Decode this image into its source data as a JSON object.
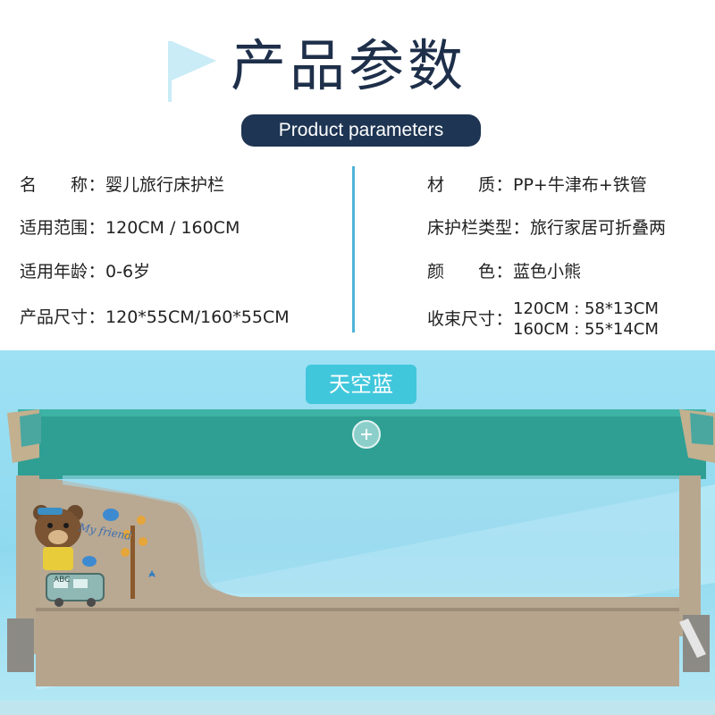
{
  "header": {
    "title": "产品参数",
    "subtitle": "Product parameters"
  },
  "specs_left": [
    {
      "label": "名　　称",
      "value": "婴儿旅行床护栏"
    },
    {
      "label": "适用范围",
      "value": "120CM / 160CM"
    },
    {
      "label": "适用年龄",
      "value": "0-6岁"
    },
    {
      "label": "产品尺寸",
      "value": "120*55CM/160*55CM"
    }
  ],
  "specs_right": [
    {
      "label": "材　　质",
      "value": "PP+牛津布+铁管"
    },
    {
      "label": "床护栏类型",
      "value": "旅行家居可折叠两"
    },
    {
      "label": "颜　　色",
      "value": "蓝色小熊"
    },
    {
      "label": "收束尺寸",
      "value_lines": [
        "120CM : 58*13CM",
        "160CM : 55*14CM"
      ]
    }
  ],
  "separator": "：",
  "product_image": {
    "color_badge": "天空蓝",
    "print_text": "My friend",
    "badge_text": "ABC"
  },
  "colors": {
    "title": "#1e2f4a",
    "subtitle_bg": "#1e3553",
    "divider": "#4fb3d8",
    "sky_bg": "#9ee1f4",
    "badge_bg": "#41c7dc",
    "rail_teal": "#2f9f93",
    "fabric_beige": "#b9a892"
  },
  "icons": {
    "flag": "flag-icon"
  }
}
